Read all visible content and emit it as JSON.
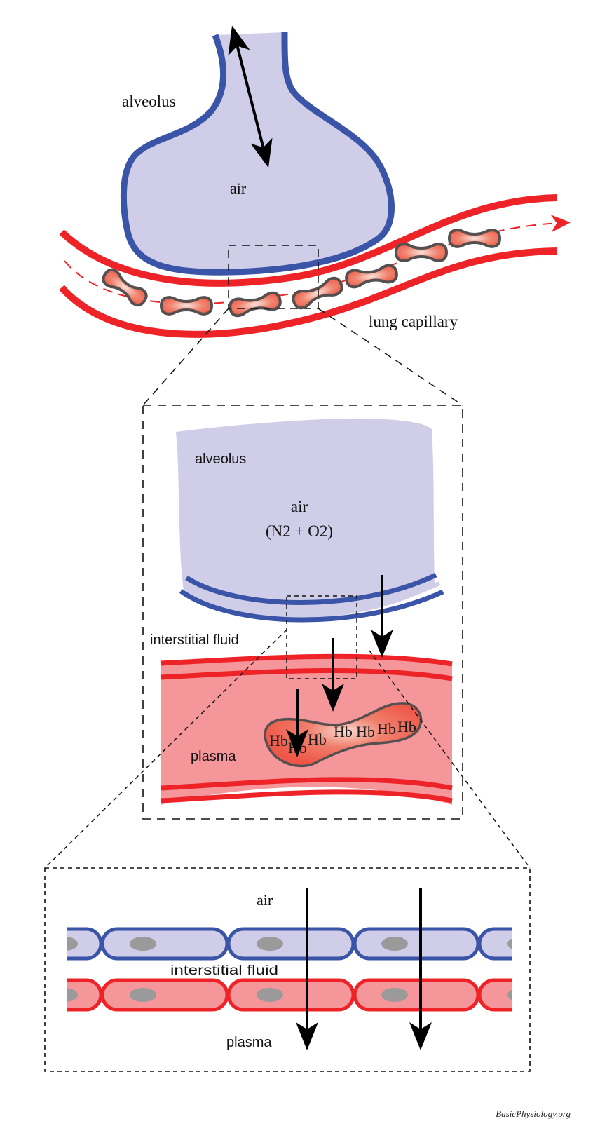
{
  "title": "Gas exchange between alveolus and lung capillary",
  "colors": {
    "alveolus_fill": "#cfcde8",
    "alveolus_wall": "#3a55a8",
    "vessel_wall": "#ee2328",
    "plasma_fill": "#f4969a",
    "rbc_fill": "#ef5a4c",
    "rbc_outline": "#555050",
    "nucleus": "#9a9a9a",
    "arrow": "#000000"
  },
  "overview": {
    "alveolus_label": "alveolus",
    "air_label": "air",
    "capillary_label": "lung capillary"
  },
  "zoom1": {
    "alveolus_label": "alveolus",
    "air_label": "air",
    "air_composition": "(N2 + O2)",
    "interstitial_label": "interstitial fluid",
    "plasma_label": "plasma",
    "hemoglobin_labels": [
      "Hb",
      "Hb",
      "Hb",
      "Hb",
      "Hb",
      "Hb",
      "Hb"
    ]
  },
  "zoom2": {
    "air_label": "air",
    "interstitial_label": "interstitial fluid",
    "plasma_label": "plasma"
  },
  "credit": "BasicPhysiology.org"
}
